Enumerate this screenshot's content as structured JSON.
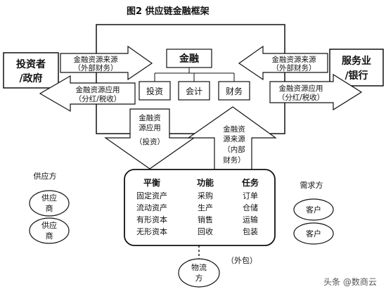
{
  "title": "图2  供应链金融框架",
  "finance": {
    "label": "金融",
    "children": [
      "投资",
      "会计",
      "财务"
    ]
  },
  "left_party": {
    "line1": "投资者",
    "line2": "/政府"
  },
  "right_party": {
    "line1": "服务业",
    "line2": "/银行"
  },
  "arrows": {
    "left_in": {
      "line1": "金融资源来源",
      "line2": "（外部财务）"
    },
    "left_out": {
      "line1": "金融资源应用",
      "line2": "（分红/税收）"
    },
    "right_in": {
      "line1": "金融资源来源",
      "line2": "（外部财务）"
    },
    "right_out": {
      "line1": "金融资源应用",
      "line2": "（分红/税收）"
    },
    "down": {
      "line1": "金融资",
      "line2": "源应用",
      "line3": "（投资）"
    },
    "up": {
      "line1": "金融资",
      "line2": "源来源",
      "line3": "（内部",
      "line4": "财务）"
    }
  },
  "supply_side": {
    "label": "供应方",
    "items": [
      {
        "line1": "供应",
        "line2": "商"
      },
      {
        "line1": "供应",
        "line2": "商"
      }
    ]
  },
  "demand_side": {
    "label": "需求方",
    "items": [
      "客户",
      "客户"
    ]
  },
  "core_table": {
    "headers": [
      "平衡",
      "功能",
      "任务"
    ],
    "col_balance": [
      "固定资产",
      "流动资产",
      "有形资本",
      "无形资本"
    ],
    "col_function": [
      "采购",
      "生产",
      "销售",
      "回收"
    ],
    "col_task": [
      "订单",
      "仓储",
      "运输",
      "包装"
    ]
  },
  "logistics": {
    "line1": "物流",
    "line2": "方",
    "note": "（外包）"
  },
  "watermark": "头条 @数商云"
}
